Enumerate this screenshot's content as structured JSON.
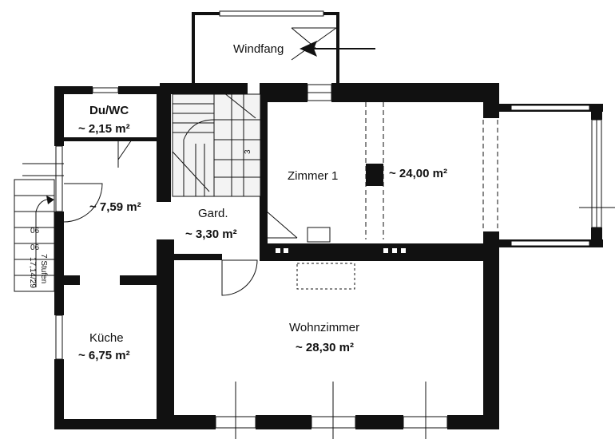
{
  "rooms": {
    "windfang": {
      "name": "Windfang"
    },
    "du_wc": {
      "name": "Du/WC",
      "area": "~ 2,15 m²"
    },
    "flur": {
      "area": "~ 7,59 m²"
    },
    "garderobe": {
      "name": "Gard.",
      "area": "~ 3,30 m²"
    },
    "zimmer1": {
      "name": "Zimmer 1",
      "area": "~ 24,00 m²"
    },
    "kueche": {
      "name": "Küche",
      "area": "~ 6,75 m²"
    },
    "wohnzimmer": {
      "name": "Wohnzimmer",
      "area": "~ 28,30 m²"
    }
  },
  "stairs": {
    "inner_mark": "3",
    "outer_line1": "06",
    "outer_line2": "06",
    "outer_line3": "7 Stufen",
    "outer_line4": "17,14/29"
  }
}
